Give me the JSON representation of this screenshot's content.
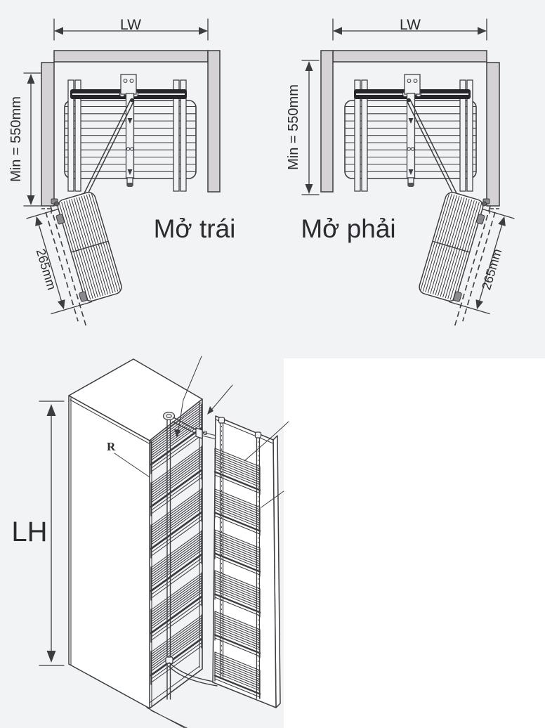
{
  "labels": {
    "cabinet_width": "LW",
    "min_depth": "Min = 550mm",
    "door_travel": "265mm",
    "open_left_title": "Mở trái",
    "open_right_title": "Mở phải",
    "cabinet_height": "LH",
    "reference": "R"
  },
  "colors": {
    "background": "#f2f3f5",
    "panel_white": "#ffffff",
    "wall_fill": "#d5d2d5",
    "line": "#3c3c41",
    "dark": "#26262a",
    "hinge": "#8a8a8e",
    "text": "#2b2b2f"
  }
}
